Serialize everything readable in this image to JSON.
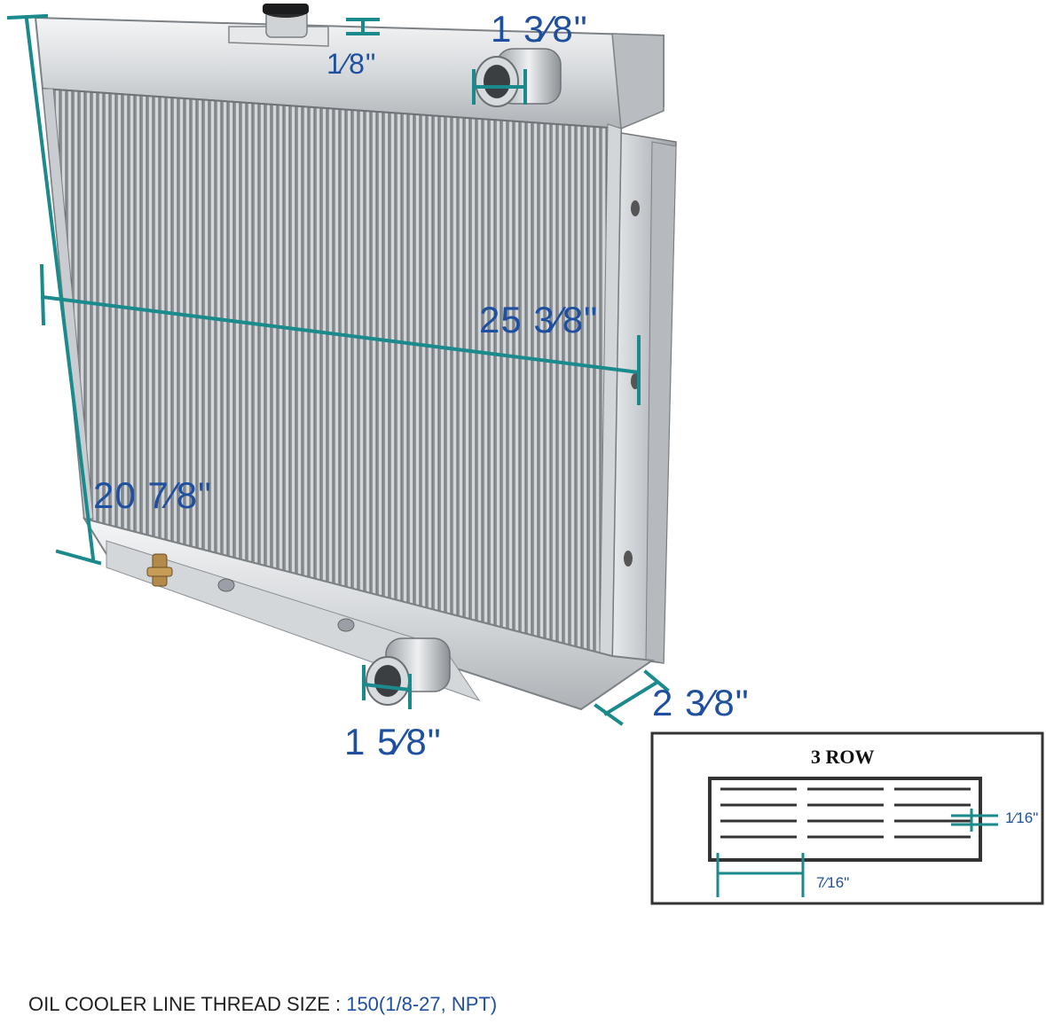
{
  "dimensions": {
    "cap_height": "1⁄8\"",
    "inlet_diameter": "1 3⁄8\"",
    "core_width": "25 3⁄8\"",
    "core_height": "20 7⁄8\"",
    "outlet_diameter": "1 5⁄8\"",
    "core_thickness": "2 3⁄8\""
  },
  "row_diagram": {
    "title": "3 ROW",
    "tube_gap": "1⁄16\"",
    "tube_width": "7⁄16\""
  },
  "footer": {
    "label": "OIL COOLER LINE THREAD SIZE : ",
    "value": "150(1/8-27, NPT)"
  },
  "colors": {
    "dimension_text": "#1f4f9f",
    "dimension_line": "#1a8a8c",
    "aluminum": "#c8ccd0"
  }
}
